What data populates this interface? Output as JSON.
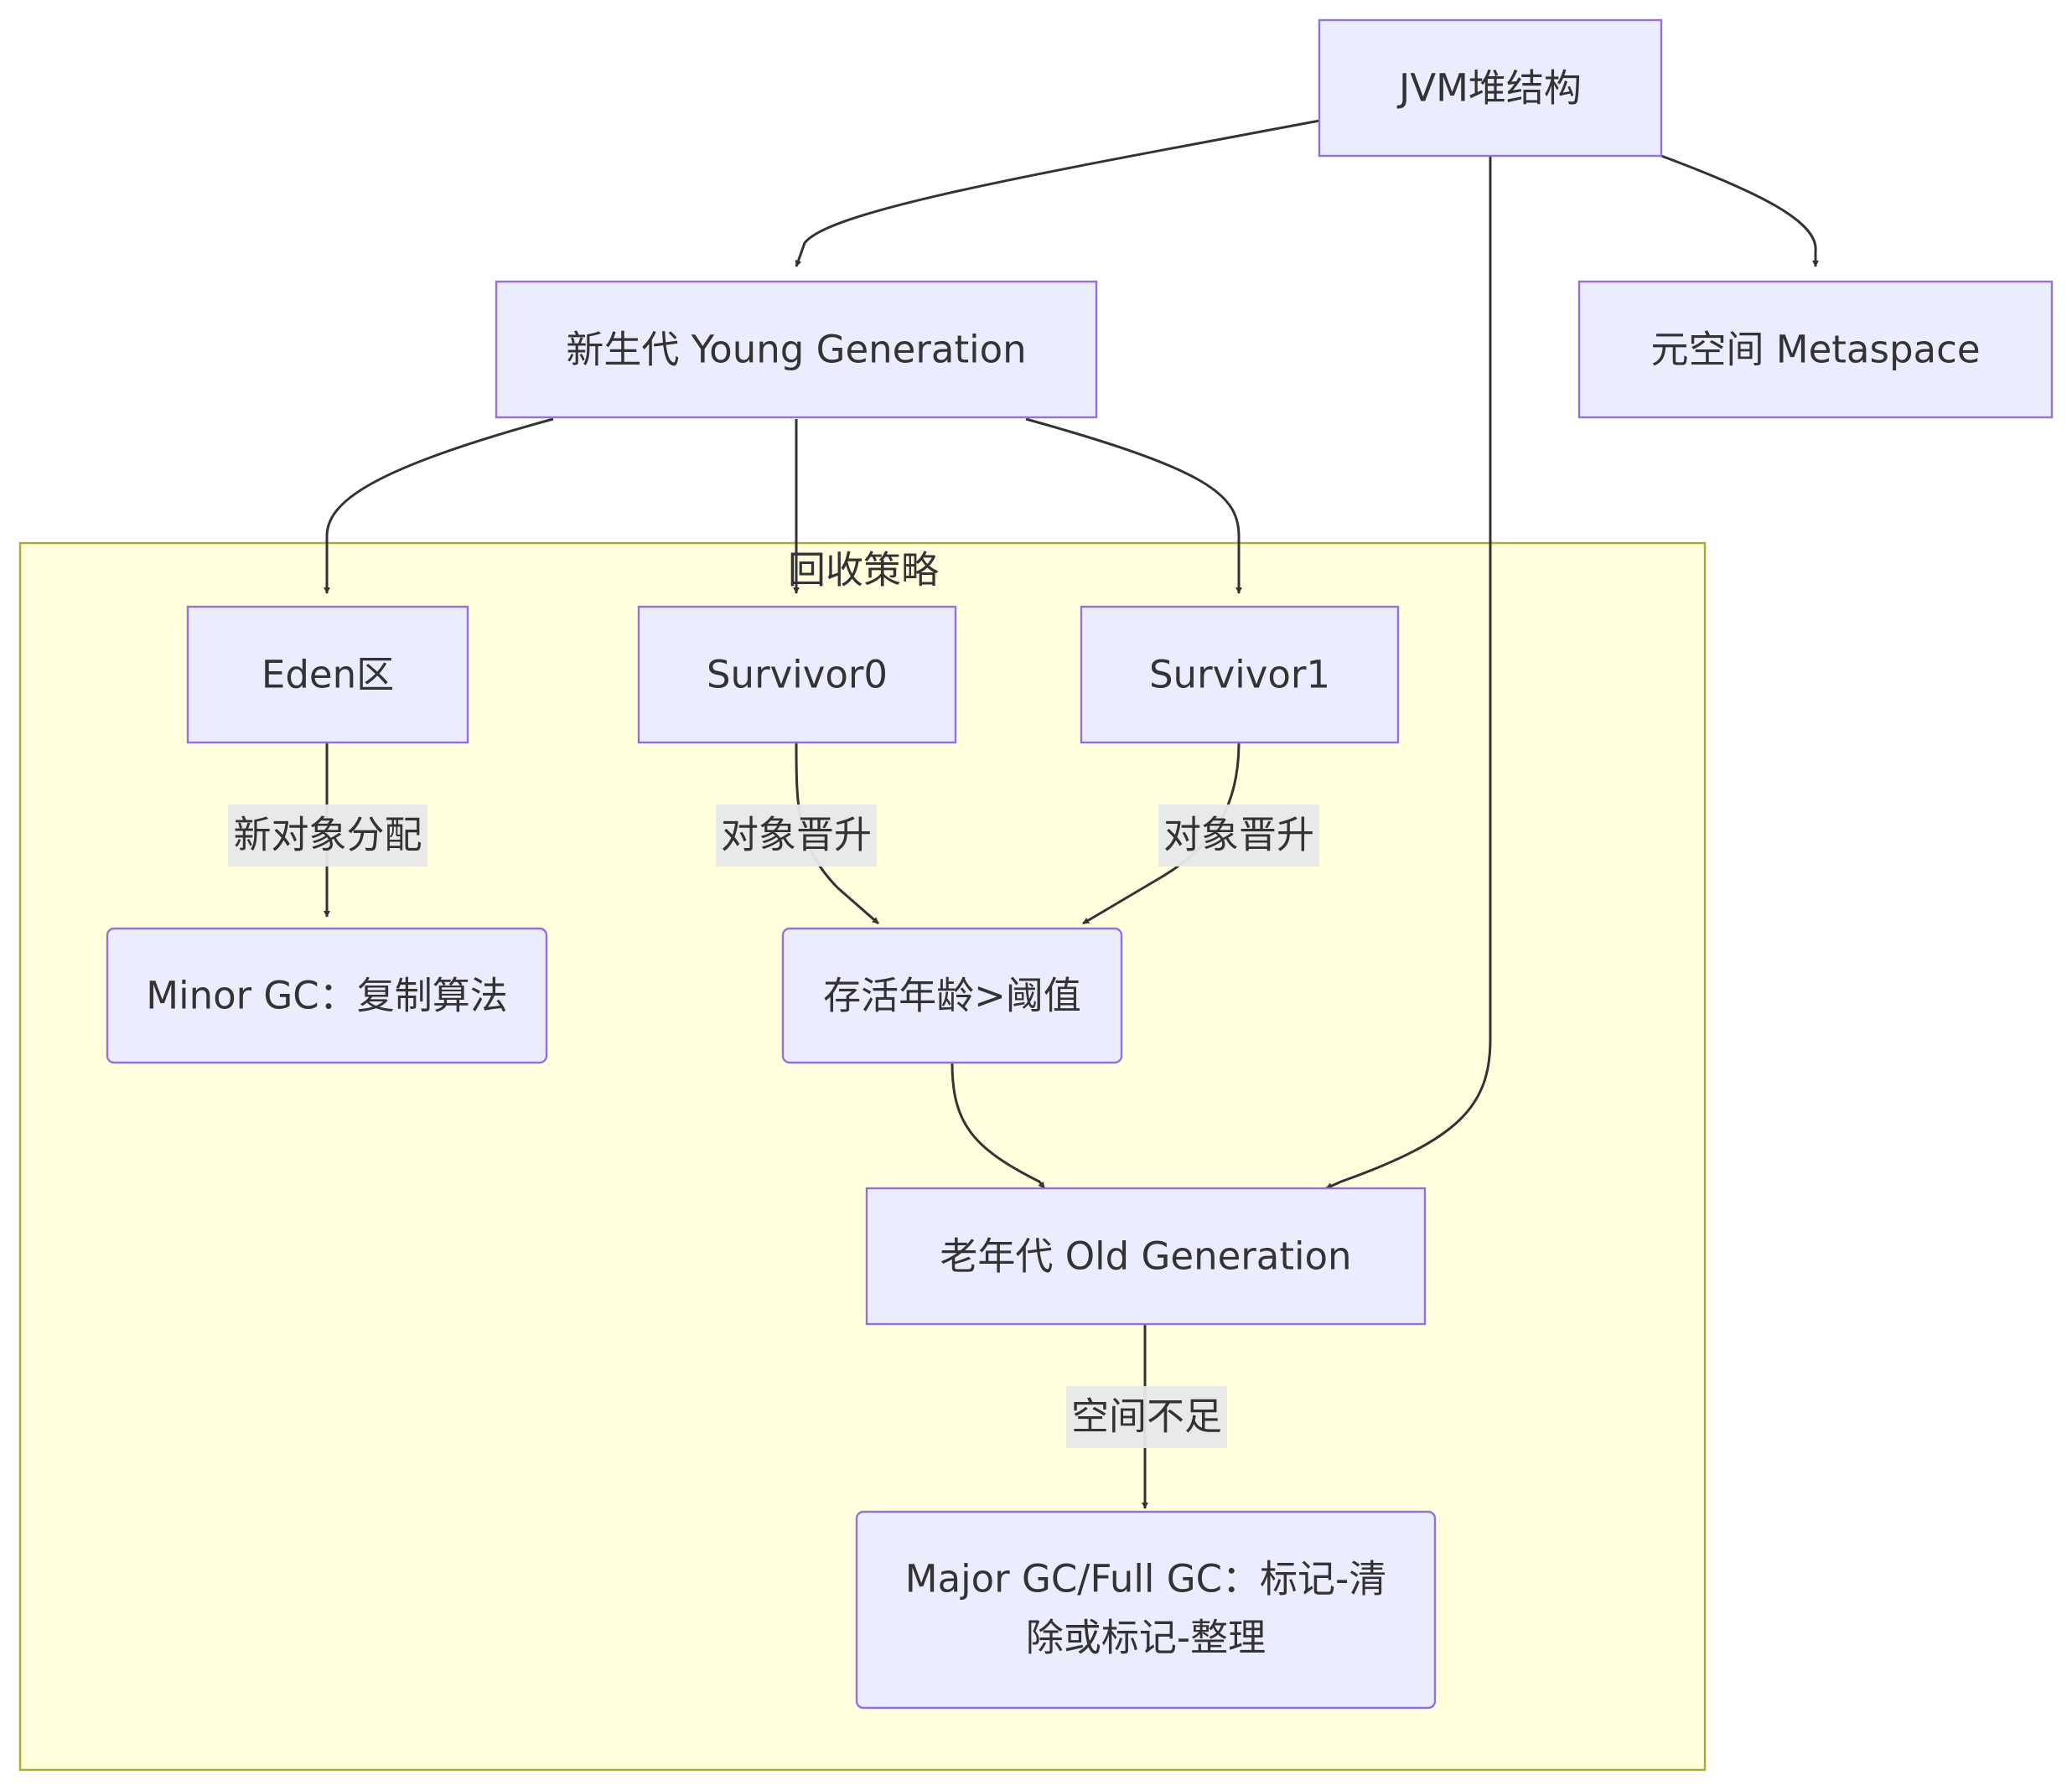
{
  "colors": {
    "node_fill": "#ececff",
    "node_stroke": "#9370db",
    "cluster_fill": "#ffffde",
    "cluster_stroke": "#aaaa33",
    "edge": "#333333",
    "edge_label_bg": "#e8e8e8",
    "text": "#333333"
  },
  "cluster": {
    "label": "回收策略"
  },
  "nodes": {
    "jvm": {
      "label": "JVM堆结构"
    },
    "young": {
      "label": "新生代 Young Generation"
    },
    "meta": {
      "label": "元空间 Metaspace"
    },
    "eden": {
      "label": "Eden区"
    },
    "s0": {
      "label": "Survivor0"
    },
    "s1": {
      "label": "Survivor1"
    },
    "minor": {
      "label": "Minor GC：复制算法"
    },
    "age": {
      "label": "存活年龄>阈值"
    },
    "old": {
      "label": "老年代 Old Generation"
    },
    "major": {
      "label_line1": "Major GC/Full GC：标记-清",
      "label_line2": "除或标记-整理"
    }
  },
  "edge_labels": {
    "eden_minor": "新对象分配",
    "s0_age": "对象晋升",
    "s1_age": "对象晋升",
    "old_major": "空间不足"
  }
}
